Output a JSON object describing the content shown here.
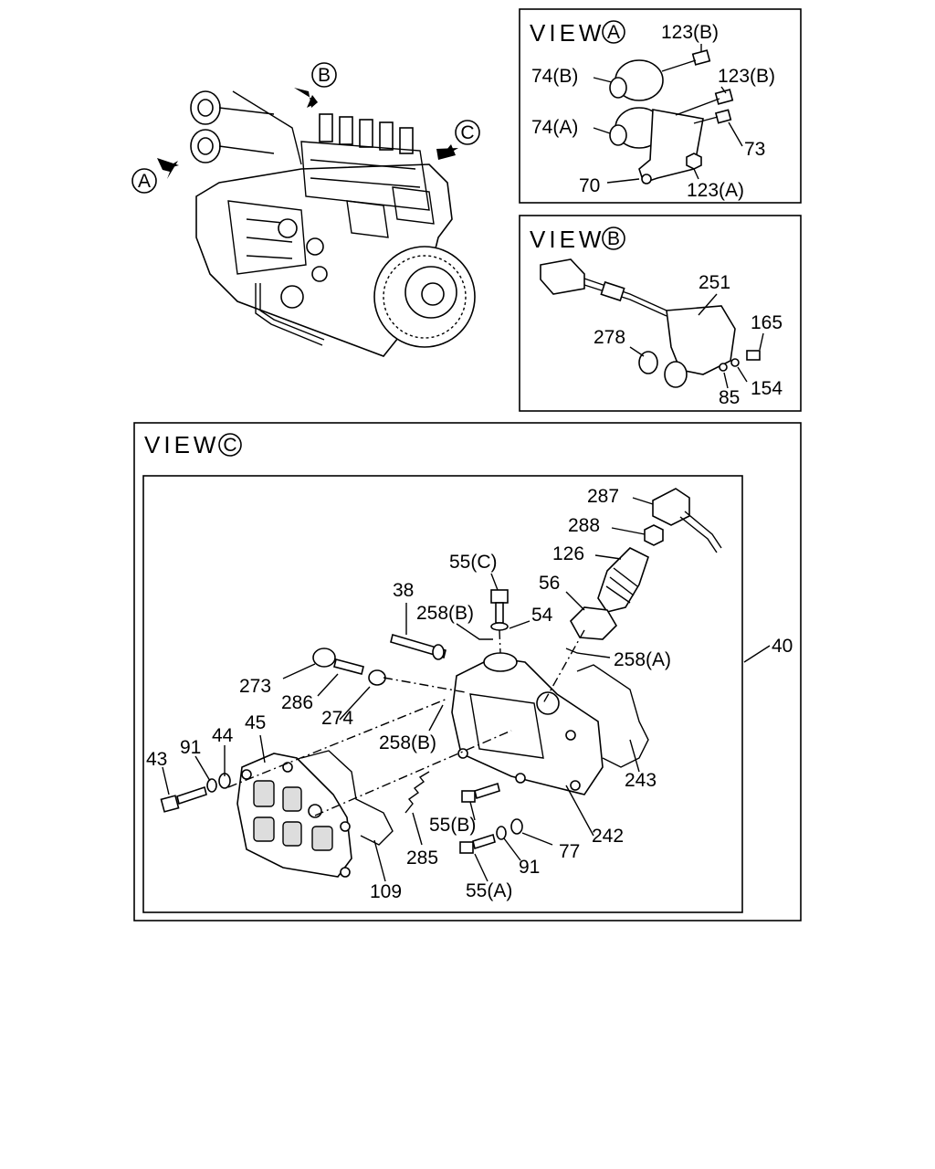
{
  "views": {
    "a": {
      "title": "VIEW",
      "letter": "A"
    },
    "b": {
      "title": "VIEW",
      "letter": "B"
    },
    "c": {
      "title": "VIEW",
      "letter": "C"
    }
  },
  "arrows": {
    "a": "A",
    "b": "B",
    "c": "C"
  },
  "view_a_labels": {
    "l123b_1": "123(B)",
    "l74b": "74(B)",
    "l123b_2": "123(B)",
    "l74a": "74(A)",
    "l73": "73",
    "l70": "70",
    "l123a": "123(A)"
  },
  "view_b_labels": {
    "l251": "251",
    "l165": "165",
    "l278": "278",
    "l154": "154",
    "l85": "85"
  },
  "view_c_labels": {
    "l287": "287",
    "l288": "288",
    "l126": "126",
    "l55c": "55(C)",
    "l56": "56",
    "l38": "38",
    "l258b_1": "258(B)",
    "l54": "54",
    "l258a": "258(A)",
    "l40": "40",
    "l273": "273",
    "l286": "286",
    "l274": "274",
    "l45": "45",
    "l44": "44",
    "l91_1": "91",
    "l43": "43",
    "l258b_2": "258(B)",
    "l243": "243",
    "l55b": "55(B)",
    "l242": "242",
    "l285": "285",
    "l77": "77",
    "l91_2": "91",
    "l109": "109",
    "l55a": "55(A)"
  }
}
